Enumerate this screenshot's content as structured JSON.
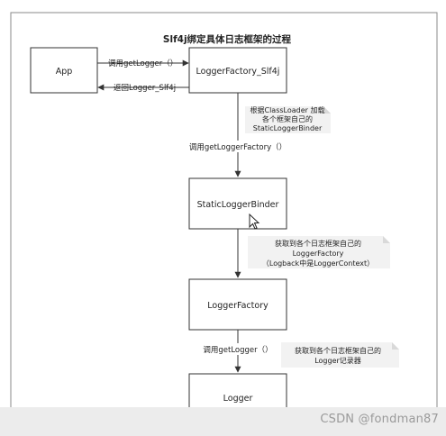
{
  "diagram": {
    "title": "Slf4j绑定具体日志框架的过程",
    "nodes": {
      "app": "App",
      "logger_factory_slf4j": "LoggerFactory_Slf4j",
      "static_logger_binder": "StaticLoggerBinder",
      "logger_factory": "LoggerFactory",
      "logger": "Logger"
    },
    "edges": {
      "call_get_logger_top": "调用getLogger（）",
      "return_logger_slf4j": "返回Logger_Slf4j",
      "call_get_logger_factory": "调用getLoggerFactory（）",
      "call_get_logger_bottom": "调用getLogger（）"
    },
    "notes": {
      "classloader_note": [
        "根据ClassLoader 加载",
        "各个框架自己的",
        "StaticLoggerBinder"
      ],
      "logger_factory_note": [
        "获取到各个日志框架自己的",
        "LoggerFactory",
        "（Logback中是LoggerContext）"
      ],
      "logger_note": [
        "获取到各个日志框架自己的",
        "Logger记录器"
      ]
    }
  },
  "watermark": "CSDN @fondman87",
  "colors": {
    "line": "#333333",
    "note_fill": "#f2f2f2",
    "note_fold": "#d9d9d9",
    "frame": "#8a8a8a"
  }
}
